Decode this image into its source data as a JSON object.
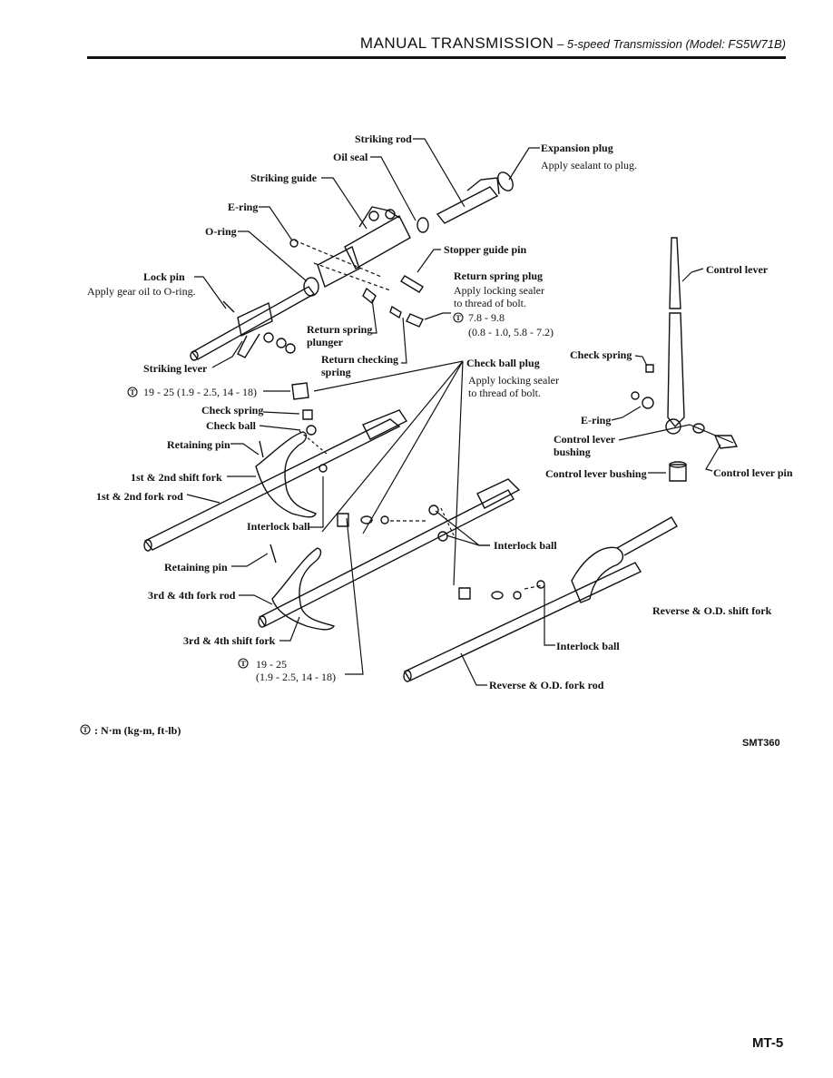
{
  "header": {
    "title": "MANUAL TRANSMISSION",
    "dash": " – ",
    "subtitle": "5-speed Transmission (Model: FS5W71B)"
  },
  "labels": {
    "striking_rod": "Striking rod",
    "oil_seal": "Oil seal",
    "striking_guide": "Striking guide",
    "expansion_plug": "Expansion plug",
    "expansion_plug_note": "Apply sealant to plug.",
    "e_ring": "E-ring",
    "o_ring": "O-ring",
    "stopper_guide_pin": "Stopper guide pin",
    "return_spring_plug": "Return spring plug",
    "return_spring_plug_note1": "Apply locking sealer",
    "return_spring_plug_note2": "to thread of bolt.",
    "torque_return": "7.8 - 9.8",
    "torque_return_units": "(0.8 - 1.0, 5.8 - 7.2)",
    "lock_pin": "Lock pin",
    "lock_pin_note": "Apply gear oil to O-ring.",
    "return_spring_plunger1": "Return spring",
    "return_spring_plunger2": "plunger",
    "return_checking_spring1": "Return checking",
    "return_checking_spring2": "spring",
    "check_ball_plug": "Check ball plug",
    "check_ball_plug_note1": "Apply locking sealer",
    "check_ball_plug_note2": "to thread of bolt.",
    "striking_lever": "Striking lever",
    "torque_check": "19 - 25 (1.9 - 2.5, 14 - 18)",
    "check_spring": "Check spring",
    "check_ball": "Check ball",
    "retaining_pin": "Retaining pin",
    "shift_fork_12": "1st & 2nd shift fork",
    "fork_rod_12": "1st & 2nd fork rod",
    "interlock_ball": "Interlock ball",
    "control_lever": "Control lever",
    "check_spring_right": "Check spring",
    "e_ring_right": "E-ring",
    "control_lever_bushing_a1": "Control lever",
    "control_lever_bushing_a2": "bushing",
    "control_lever_bushing_b": "Control lever bushing",
    "control_lever_pin": "Control lever pin",
    "interlock_ball_right": "Interlock ball",
    "retaining_pin_2": "Retaining pin",
    "fork_rod_34": "3rd & 4th fork rod",
    "shift_fork_34": "3rd & 4th shift fork",
    "torque_fork": "19 - 25",
    "torque_fork_units": "(1.9 - 2.5, 14 - 18)",
    "reverse_shift_fork": "Reverse & O.D. shift fork",
    "interlock_ball_bottom": "Interlock ball",
    "reverse_fork_rod": "Reverse & O.D. fork rod"
  },
  "legend": ": N·m (kg-m, ft-lb)",
  "figure_code": "SMT360",
  "page_number": "MT-5"
}
